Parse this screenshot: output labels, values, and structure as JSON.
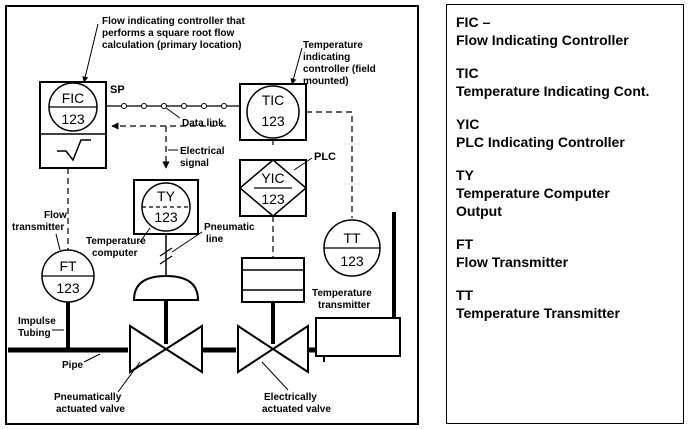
{
  "diagram": {
    "instruments": {
      "fic": {
        "tag": "FIC",
        "number": "123"
      },
      "tic": {
        "tag": "TIC",
        "number": "123"
      },
      "ty": {
        "tag": "TY",
        "number": "123"
      },
      "yic": {
        "tag": "YIC",
        "number": "123"
      },
      "ft": {
        "tag": "FT",
        "number": "123"
      },
      "tt": {
        "tag": "TT",
        "number": "123"
      }
    },
    "sp_label": "SP",
    "annotations": {
      "fic_note": [
        "Flow indicating controller that",
        "performs a square root flow",
        "calculation (primary location)"
      ],
      "tic_note": [
        "Temperature",
        "indicating",
        "controller (field",
        "mounted)"
      ],
      "data_link": "Data link",
      "electrical_signal": [
        "Electrical",
        "signal"
      ],
      "plc": "PLC",
      "flow_transmitter": [
        "Flow",
        "transmitter"
      ],
      "temperature_computer": [
        "Temperature",
        "computer"
      ],
      "pneumatic_line": [
        "Pneumatic",
        "line"
      ],
      "impulse_tubing": [
        "Impulse",
        "Tubing"
      ],
      "pipe": "Pipe",
      "temperature_transmitter": [
        "Temperature",
        "transmitter"
      ],
      "pneumatic_valve": [
        "Pneumatically",
        "actuated valve"
      ],
      "electric_valve": [
        "Electrically",
        "actuated valve"
      ]
    }
  },
  "legend": {
    "items": [
      {
        "abbr": "FIC –",
        "desc": "Flow Indicating Controller"
      },
      {
        "abbr": "TIC",
        "desc": "Temperature Indicating Cont."
      },
      {
        "abbr": "YIC",
        "desc": "PLC Indicating Controller"
      },
      {
        "abbr": "TY",
        "desc": "Temperature Computer Output"
      },
      {
        "abbr": "FT",
        "desc": "Flow Transmitter"
      },
      {
        "abbr": "TT",
        "desc": "Temperature Transmitter"
      }
    ]
  }
}
